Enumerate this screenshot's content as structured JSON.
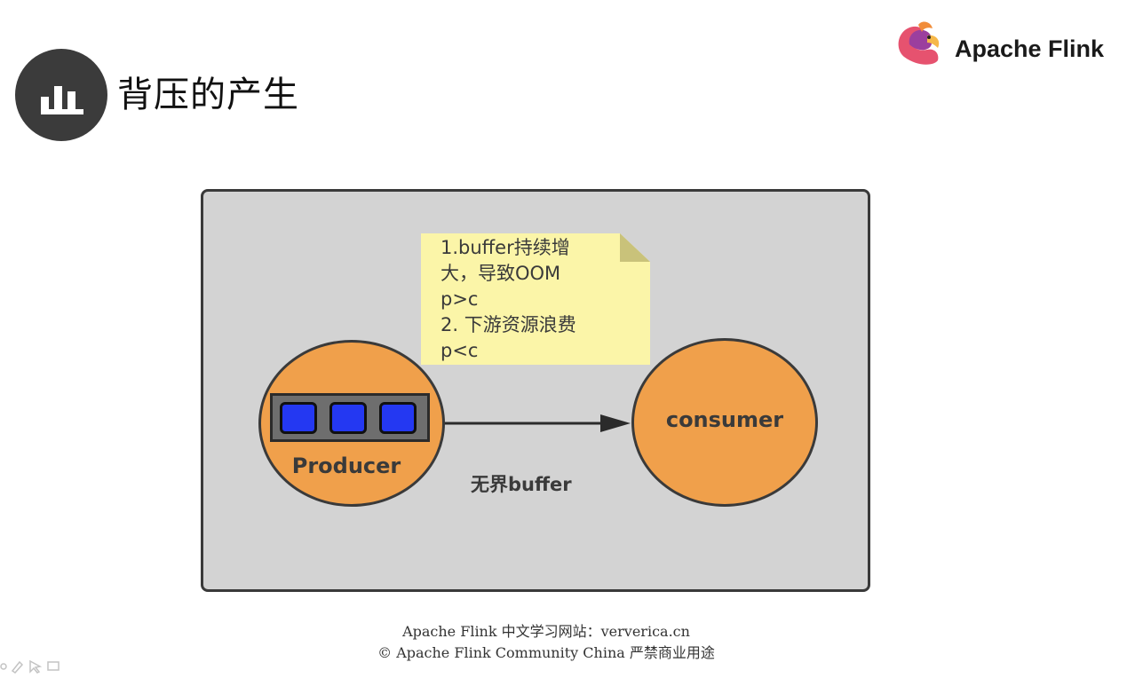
{
  "header": {
    "title": "背压的产生",
    "title_icon": "bar-chart-icon",
    "brand_name": "Apache Flink",
    "brand_icon": "flink-squirrel-logo"
  },
  "diagram": {
    "note_lines": [
      "1.buffer持续增",
      "大，导致OOM",
      "p>c",
      "2. 下游资源浪费",
      "p<c"
    ],
    "producer_label": "Producer",
    "consumer_label": "consumer",
    "edge_label": "无界buffer",
    "queue_slot_count": 3,
    "colors": {
      "panel": "#d3d3d3",
      "node": "#f0a04b",
      "note": "#fbf5a8",
      "slot": "#2438f2"
    }
  },
  "footer": {
    "line1": "Apache Flink 中文学习网站：ververica.cn",
    "line2": "© Apache Flink Community China  严禁商业用途"
  }
}
